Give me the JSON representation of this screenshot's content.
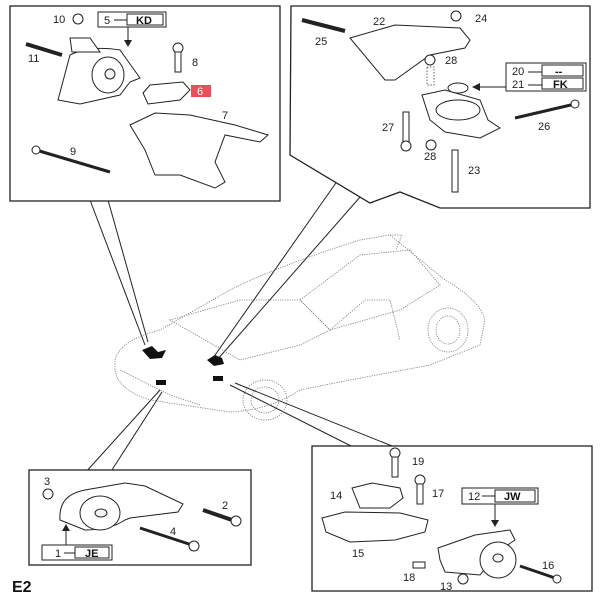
{
  "diagram": {
    "section_label": "E2",
    "highlight_color": "#e8505b",
    "panels": {
      "top_left": {
        "callout": {
          "number": "5",
          "code": "KD"
        },
        "parts": [
          {
            "number": "10"
          },
          {
            "number": "11"
          },
          {
            "number": "8"
          },
          {
            "number": "6",
            "highlighted": true
          },
          {
            "number": "7"
          },
          {
            "number": "9"
          }
        ]
      },
      "top_right": {
        "callouts": [
          {
            "number": "20",
            "code": "--"
          },
          {
            "number": "21",
            "code": "FK"
          }
        ],
        "parts": [
          {
            "number": "22"
          },
          {
            "number": "24"
          },
          {
            "number": "25"
          },
          {
            "number": "28"
          },
          {
            "number": "27"
          },
          {
            "number": "28"
          },
          {
            "number": "26"
          },
          {
            "number": "23"
          }
        ]
      },
      "bottom_left": {
        "callout": {
          "number": "1",
          "code": "JE"
        },
        "parts": [
          {
            "number": "3"
          },
          {
            "number": "2"
          },
          {
            "number": "4"
          }
        ]
      },
      "bottom_right": {
        "callout": {
          "number": "12",
          "code": "JW"
        },
        "parts": [
          {
            "number": "19"
          },
          {
            "number": "14"
          },
          {
            "number": "17"
          },
          {
            "number": "15"
          },
          {
            "number": "18"
          },
          {
            "number": "13"
          },
          {
            "number": "16"
          }
        ]
      }
    }
  }
}
